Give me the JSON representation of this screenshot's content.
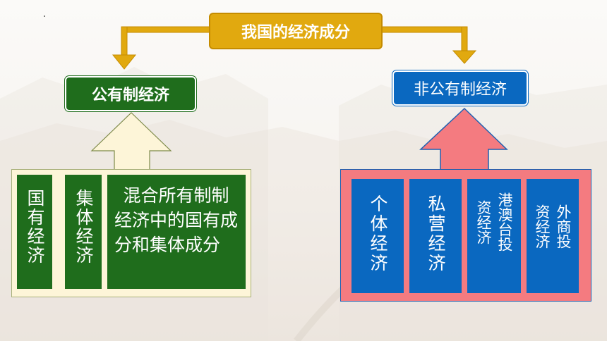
{
  "title": "我国的经济成分",
  "public": {
    "label": "公有制经济",
    "items": [
      "国有经济",
      "集体经济",
      "混合所有制制经济中的国有成分和集体成分"
    ]
  },
  "non_public": {
    "label": "非公有制经济",
    "items": [
      "个体经济",
      "私营经济",
      "港澳台投资经济",
      "外商投资经济"
    ]
  },
  "colors": {
    "title_fill": "#e1a90f",
    "public_green": "#1f6d1c",
    "non_public_blue": "#0a68c0",
    "left_panel": "#fdf5d8",
    "right_panel": "#f47b80",
    "connector": "#e1a90f"
  }
}
